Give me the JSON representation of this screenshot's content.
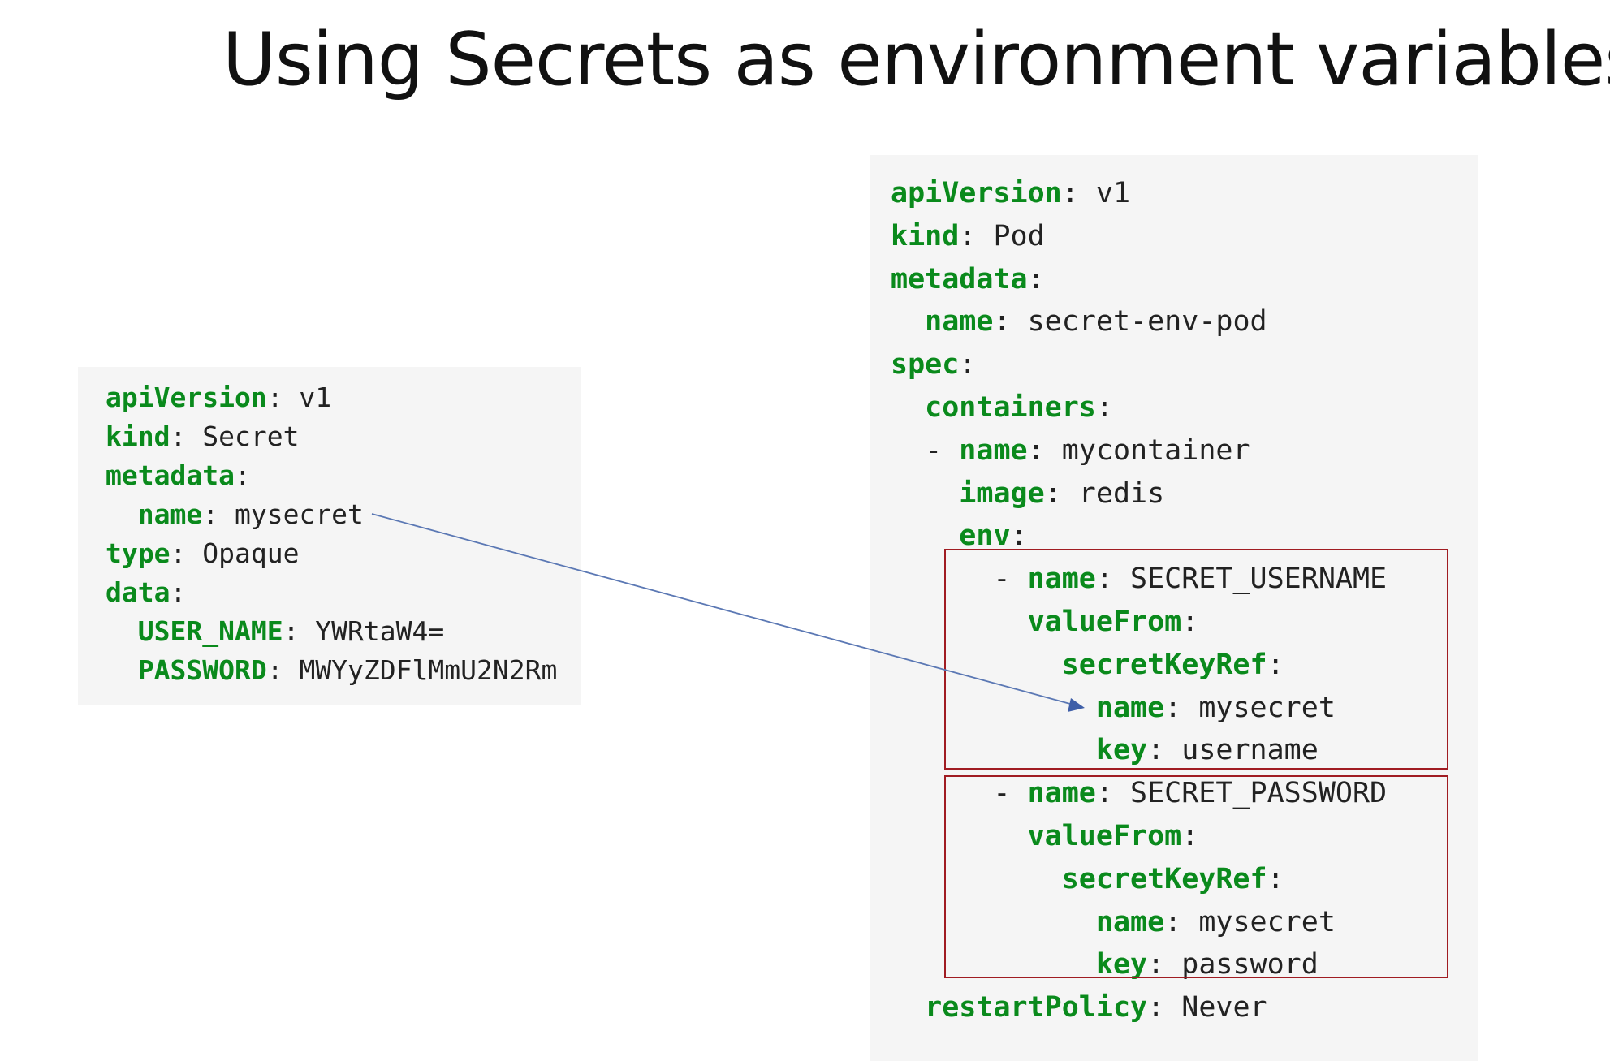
{
  "title": "Using Secrets as environment variables",
  "secret_yaml": [
    {
      "indent": "",
      "key": "apiVersion",
      "sep": ":",
      "value": " v1"
    },
    {
      "indent": "",
      "key": "kind",
      "sep": ":",
      "value": " Secret"
    },
    {
      "indent": "",
      "key": "metadata",
      "sep": ":",
      "value": ""
    },
    {
      "indent": "  ",
      "key": "name",
      "sep": ":",
      "value": " mysecret"
    },
    {
      "indent": "",
      "key": "type",
      "sep": ":",
      "value": " Opaque"
    },
    {
      "indent": "",
      "key": "data",
      "sep": ":",
      "value": ""
    },
    {
      "indent": "  ",
      "key": "USER_NAME",
      "sep": ":",
      "value": " YWRtaW4="
    },
    {
      "indent": "  ",
      "key": "PASSWORD",
      "sep": ":",
      "value": " MWYyZDFlMmU2N2Rm"
    }
  ],
  "pod_yaml": [
    {
      "indent": "",
      "key": "apiVersion",
      "sep": ":",
      "value": " v1"
    },
    {
      "indent": "",
      "key": "kind",
      "sep": ":",
      "value": " Pod"
    },
    {
      "indent": "",
      "key": "metadata",
      "sep": ":",
      "value": ""
    },
    {
      "indent": "  ",
      "key": "name",
      "sep": ":",
      "value": " secret-env-pod"
    },
    {
      "indent": "",
      "key": "spec",
      "sep": ":",
      "value": ""
    },
    {
      "indent": "  ",
      "key": "containers",
      "sep": ":",
      "value": ""
    },
    {
      "indent": "  - ",
      "key": "name",
      "sep": ":",
      "value": " mycontainer"
    },
    {
      "indent": "    ",
      "key": "image",
      "sep": ":",
      "value": " redis"
    },
    {
      "indent": "    ",
      "key": "env",
      "sep": ":",
      "value": ""
    },
    {
      "indent": "      - ",
      "key": "name",
      "sep": ":",
      "value": " SECRET_USERNAME"
    },
    {
      "indent": "        ",
      "key": "valueFrom",
      "sep": ":",
      "value": ""
    },
    {
      "indent": "          ",
      "key": "secretKeyRef",
      "sep": ":",
      "value": ""
    },
    {
      "indent": "            ",
      "key": "name",
      "sep": ":",
      "value": " mysecret"
    },
    {
      "indent": "            ",
      "key": "key",
      "sep": ":",
      "value": " username"
    },
    {
      "indent": "      - ",
      "key": "name",
      "sep": ":",
      "value": " SECRET_PASSWORD"
    },
    {
      "indent": "        ",
      "key": "valueFrom",
      "sep": ":",
      "value": ""
    },
    {
      "indent": "          ",
      "key": "secretKeyRef",
      "sep": ":",
      "value": ""
    },
    {
      "indent": "            ",
      "key": "name",
      "sep": ":",
      "value": " mysecret"
    },
    {
      "indent": "            ",
      "key": "key",
      "sep": ":",
      "value": " password"
    },
    {
      "indent": "  ",
      "key": "restartPolicy",
      "sep": ":",
      "value": " Never"
    }
  ],
  "colors": {
    "key": "#0a8a1c",
    "highlight_box": "#a01c22",
    "arrow": "#5b78b4",
    "code_background": "#f5f5f5"
  }
}
